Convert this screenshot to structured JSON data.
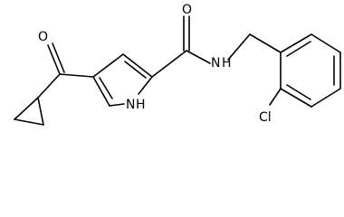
{
  "molecule": {
    "atoms": {
      "ketone_oxygen": "O",
      "amide_oxygen": "O",
      "amide_nitrogen": "N",
      "amide_hydrogen": "H",
      "pyrrole_nitrogen": "N",
      "pyrrole_hydrogen": "H",
      "chlorine": "Cl"
    }
  }
}
